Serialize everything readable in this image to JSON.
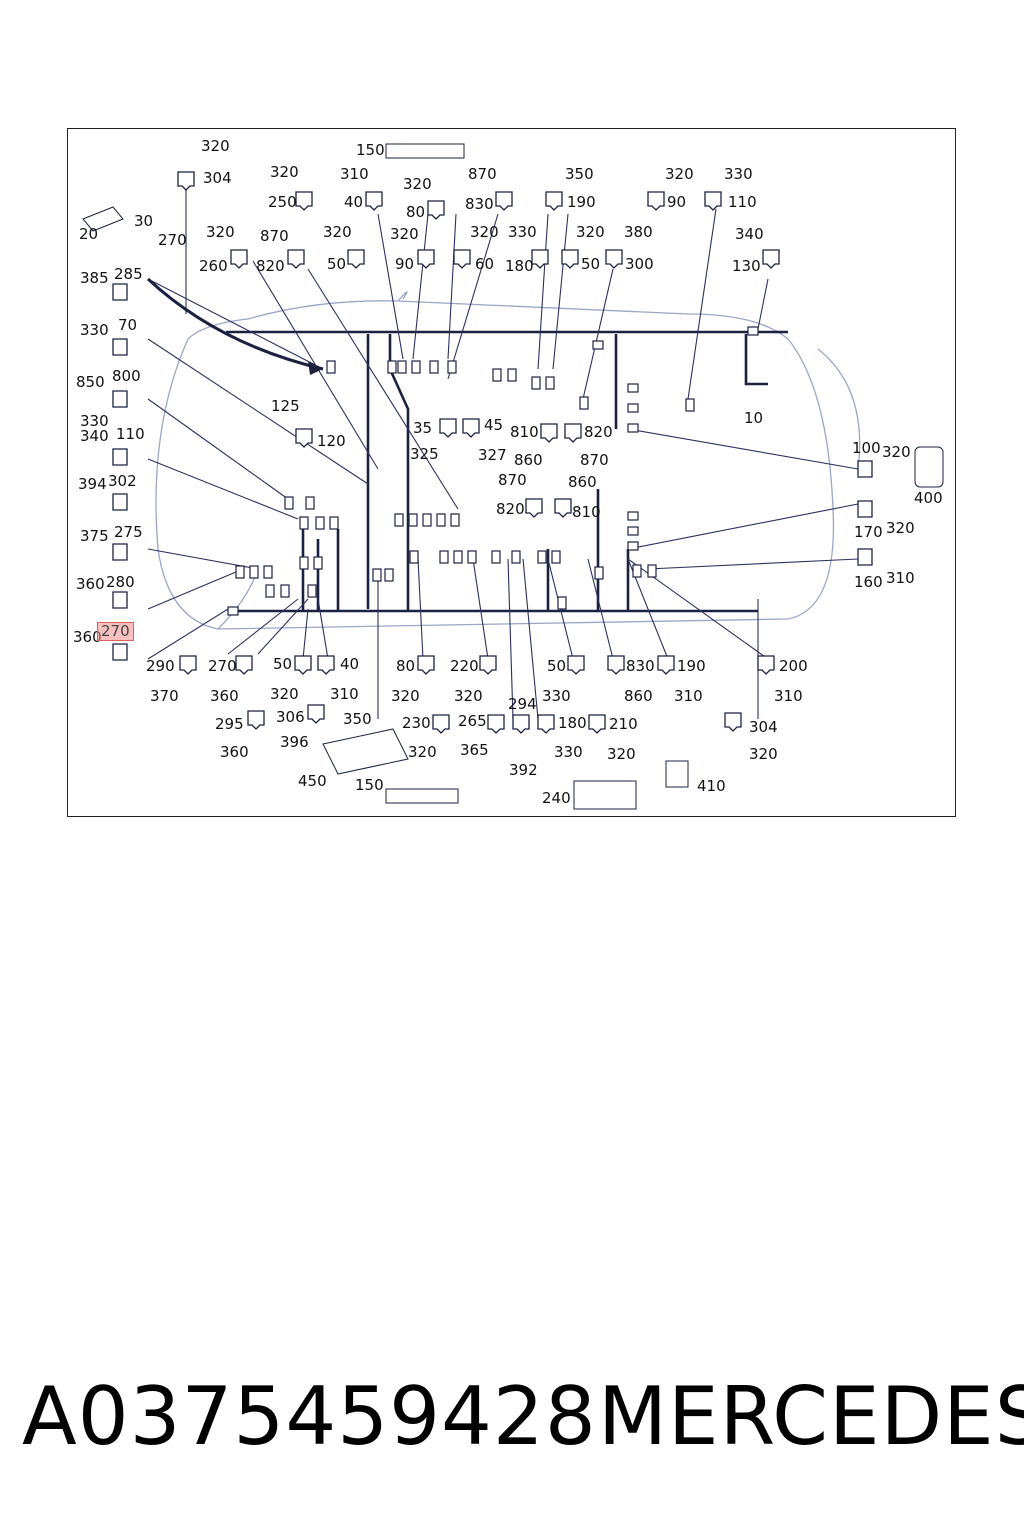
{
  "diagram": {
    "labels": [
      "320",
      "304",
      "150",
      "320",
      "310",
      "320",
      "870",
      "350",
      "320",
      "330",
      "250",
      "40",
      "80",
      "830",
      "190",
      "90",
      "110",
      "20",
      "30",
      "270",
      "320",
      "870",
      "320",
      "320",
      "320",
      "330",
      "320",
      "380",
      "340",
      "260",
      "820",
      "50",
      "90",
      "60",
      "180",
      "50",
      "300",
      "130",
      "385",
      "285",
      "330",
      "70",
      "850",
      "800",
      "330",
      "340",
      "110",
      "394",
      "302",
      "375",
      "275",
      "360",
      "280",
      "360",
      "270",
      "125",
      "120",
      "35",
      "45",
      "810",
      "820",
      "325",
      "327",
      "860",
      "870",
      "870",
      "860",
      "820",
      "810",
      "10",
      "100",
      "320",
      "400",
      "170",
      "320",
      "160",
      "310",
      "290",
      "270",
      "50",
      "40",
      "80",
      "220",
      "50",
      "830",
      "190",
      "200",
      "370",
      "360",
      "320",
      "310",
      "320",
      "320",
      "330",
      "860",
      "310",
      "310",
      "295",
      "306",
      "350",
      "230",
      "265",
      "294",
      "180",
      "210",
      "304",
      "360",
      "396",
      "320",
      "365",
      "392",
      "330",
      "320",
      "320",
      "450",
      "150",
      "240",
      "410"
    ]
  },
  "footer": {
    "part_number": "A0375459428",
    "brand": "MERCEDES"
  }
}
